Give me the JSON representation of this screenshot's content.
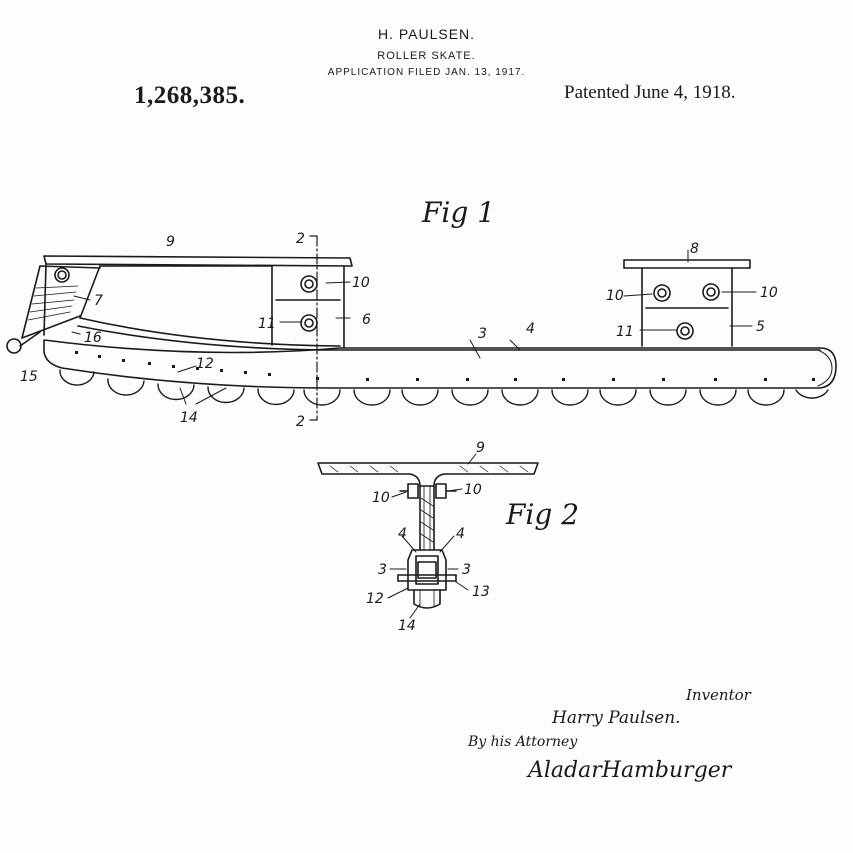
{
  "header": {
    "inventor": "H. PAULSEN.",
    "title": "ROLLER SKATE.",
    "application": "APPLICATION FILED JAN. 13, 1917.",
    "patent_number": "1,268,385.",
    "patented": "Patented June 4, 1918."
  },
  "figures": {
    "fig1_label": "Fig 1",
    "fig2_label": "Fig 2"
  },
  "labels": {
    "fig1": [
      "9",
      "2",
      "8",
      "10",
      "10",
      "10",
      "7",
      "11",
      "6",
      "11",
      "5",
      "3",
      "4",
      "16",
      "15",
      "12",
      "14",
      "2"
    ],
    "fig2": [
      "9",
      "10",
      "10",
      "4",
      "4",
      "3",
      "3",
      "12",
      "13",
      "14"
    ]
  },
  "signature": {
    "inventor_label": "Inventor",
    "inventor_name": "Harry Paulsen.",
    "by_attorney": "By his Attorney",
    "attorney_name": "AladarHamburger"
  },
  "colors": {
    "ink": "#1a1a1a",
    "paper": "#fdfdfb"
  }
}
